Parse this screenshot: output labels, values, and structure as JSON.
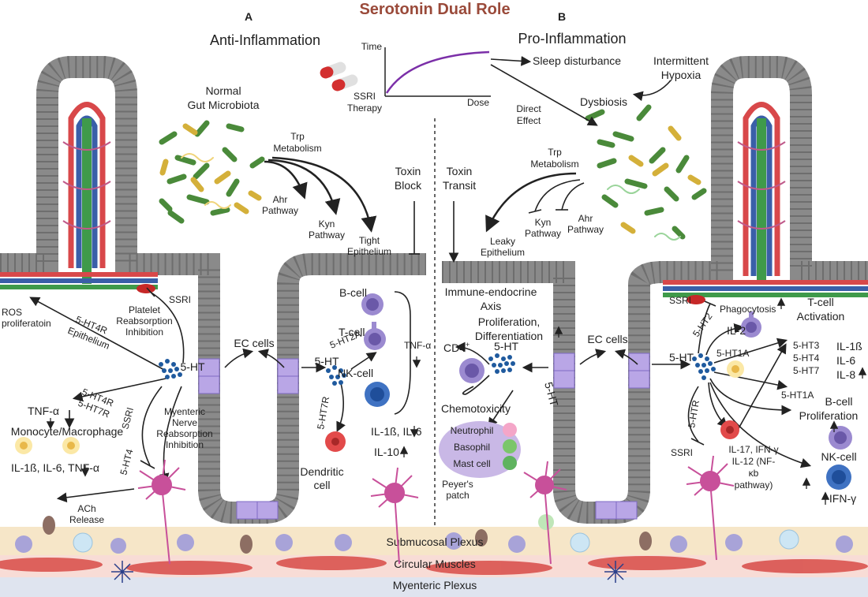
{
  "title": "Serotonin Dual Role",
  "panels": {
    "a_label": "A",
    "b_label": "B",
    "a_heading": "Anti-Inflammation",
    "b_heading": "Pro-Inflammation"
  },
  "ssri_graph": {
    "y_label": "Time",
    "x_label": "Dose",
    "drug_label_1": "SSRI",
    "drug_label_2": "Therapy"
  },
  "left": {
    "microbiota_1": "Normal",
    "microbiota_2": "Gut Microbiota",
    "trp_1": "Trp",
    "trp_2": "Metabolism",
    "ahr_1": "Ahr",
    "ahr_2": "Pathway",
    "kyn_1": "Kyn",
    "kyn_2": "Pathway",
    "tight_1": "Tight",
    "tight_2": "Epithelium",
    "toxin_1": "Toxin",
    "toxin_2": "Block",
    "ros_1": "ROS",
    "ros_2": "proliferatoin",
    "r4_1": "5-HT4R",
    "r4_2": "Epithelium",
    "ssri_top": "SSRI",
    "plat_1": "Platelet",
    "plat_2": "Reabsorption",
    "plat_3": "Inhibition",
    "ec": "EC cells",
    "ht_1": "5-HT",
    "ht_2": "5-HT",
    "r4r7_1": "5-HT4R",
    "r4r7_2": "5-HT7R",
    "tnf": "TNF-α",
    "mono": "Monocyte/Macrophage",
    "cyto": "IL-1ß, IL-6, TNF-α",
    "ssri_mid": "SSRI",
    "ht4": "5-HT4",
    "mye_1": "Myenteric",
    "mye_2": "Nerve",
    "mye_3": "Reabsorption",
    "mye_4": "Inhibition",
    "ach_1": "ACh",
    "ach_2": "Release",
    "r2a": "5-HT2A",
    "r7r": "5-HT7R",
    "bcell": "B-cell",
    "tcell": "T-cell",
    "nkcell": "NK-cell",
    "tnfa": "TNF-α",
    "il16": "IL-1ß, IL-6",
    "il10": "IL-10",
    "dend_1": "Dendritic",
    "dend_2": "cell"
  },
  "right": {
    "sleep": "Sleep disturbance",
    "hyp_1": "Intermittent",
    "hyp_2": "Hypoxia",
    "dys": "Dysbiosis",
    "direct_1": "Direct",
    "direct_2": "Effect",
    "trp_1": "Trp",
    "trp_2": "Metabolism",
    "toxin_1": "Toxin",
    "toxin_2": "Transit",
    "kyn_1": "Kyn",
    "kyn_2": "Pathway",
    "ahr_1": "Ahr",
    "ahr_2": "Pathway",
    "leaky_1": "Leaky",
    "leaky_2": "Epithelium",
    "axis_1": "Immune-endocrine",
    "axis_2": "Axis",
    "prolif_1": "Proliferation,",
    "prolif_2": "Differentiation",
    "cd4": "CD4",
    "cd4_sup": "+",
    "ht_1": "5-HT",
    "ht_2": "5-HT",
    "chemo": "Chemotoxicity",
    "neut": "Neutrophil",
    "baso": "Basophil",
    "mast": "Mast cell",
    "peyer_1": "Peyer's",
    "peyer_2": "patch",
    "ec": "EC cells",
    "ssri_top": "SSRI",
    "ht2": "5-HT2",
    "phago": "Phagocytosis",
    "tact_1": "T-cell",
    "tact_2": "Activation",
    "il2": "IL-2",
    "ht1a": "5-HT1A",
    "ht3": "5-HT3",
    "ht4": "5-HT4",
    "ht7": "5-HT7",
    "il1b": "IL-1ß",
    "il6": "IL-6",
    "il8": "IL-8",
    "ht1a_b": "5-HT1A",
    "bprol_1": "B-cell",
    "bprol_2": "Proliferation",
    "htr": "5-HTR",
    "ssri_low": "SSRI",
    "il17_1": "IL-17, IFN-γ",
    "il17_2": "IL-12 (NF-",
    "il17_3": "κb",
    "il17_4": "pathway)",
    "nk": "NK-cell",
    "ifn": "IFN-γ"
  },
  "layers": {
    "submucosal": "Submucosal Plexus",
    "circular": "Circular Muscles",
    "myenteric": "Myenteric Plexus"
  },
  "colors": {
    "title": "#9a4a3a",
    "epithelium": "#8a8a8a",
    "artery": "#d8484a",
    "vein": "#3a5fa8",
    "lacteal": "#3f9a4a",
    "serotonin": "#1f5a9e",
    "ec_cell": "#b9a6e6",
    "neuron": "#c8509a",
    "muscle": "#d9534f",
    "bacteria": "#4a8a3a"
  }
}
